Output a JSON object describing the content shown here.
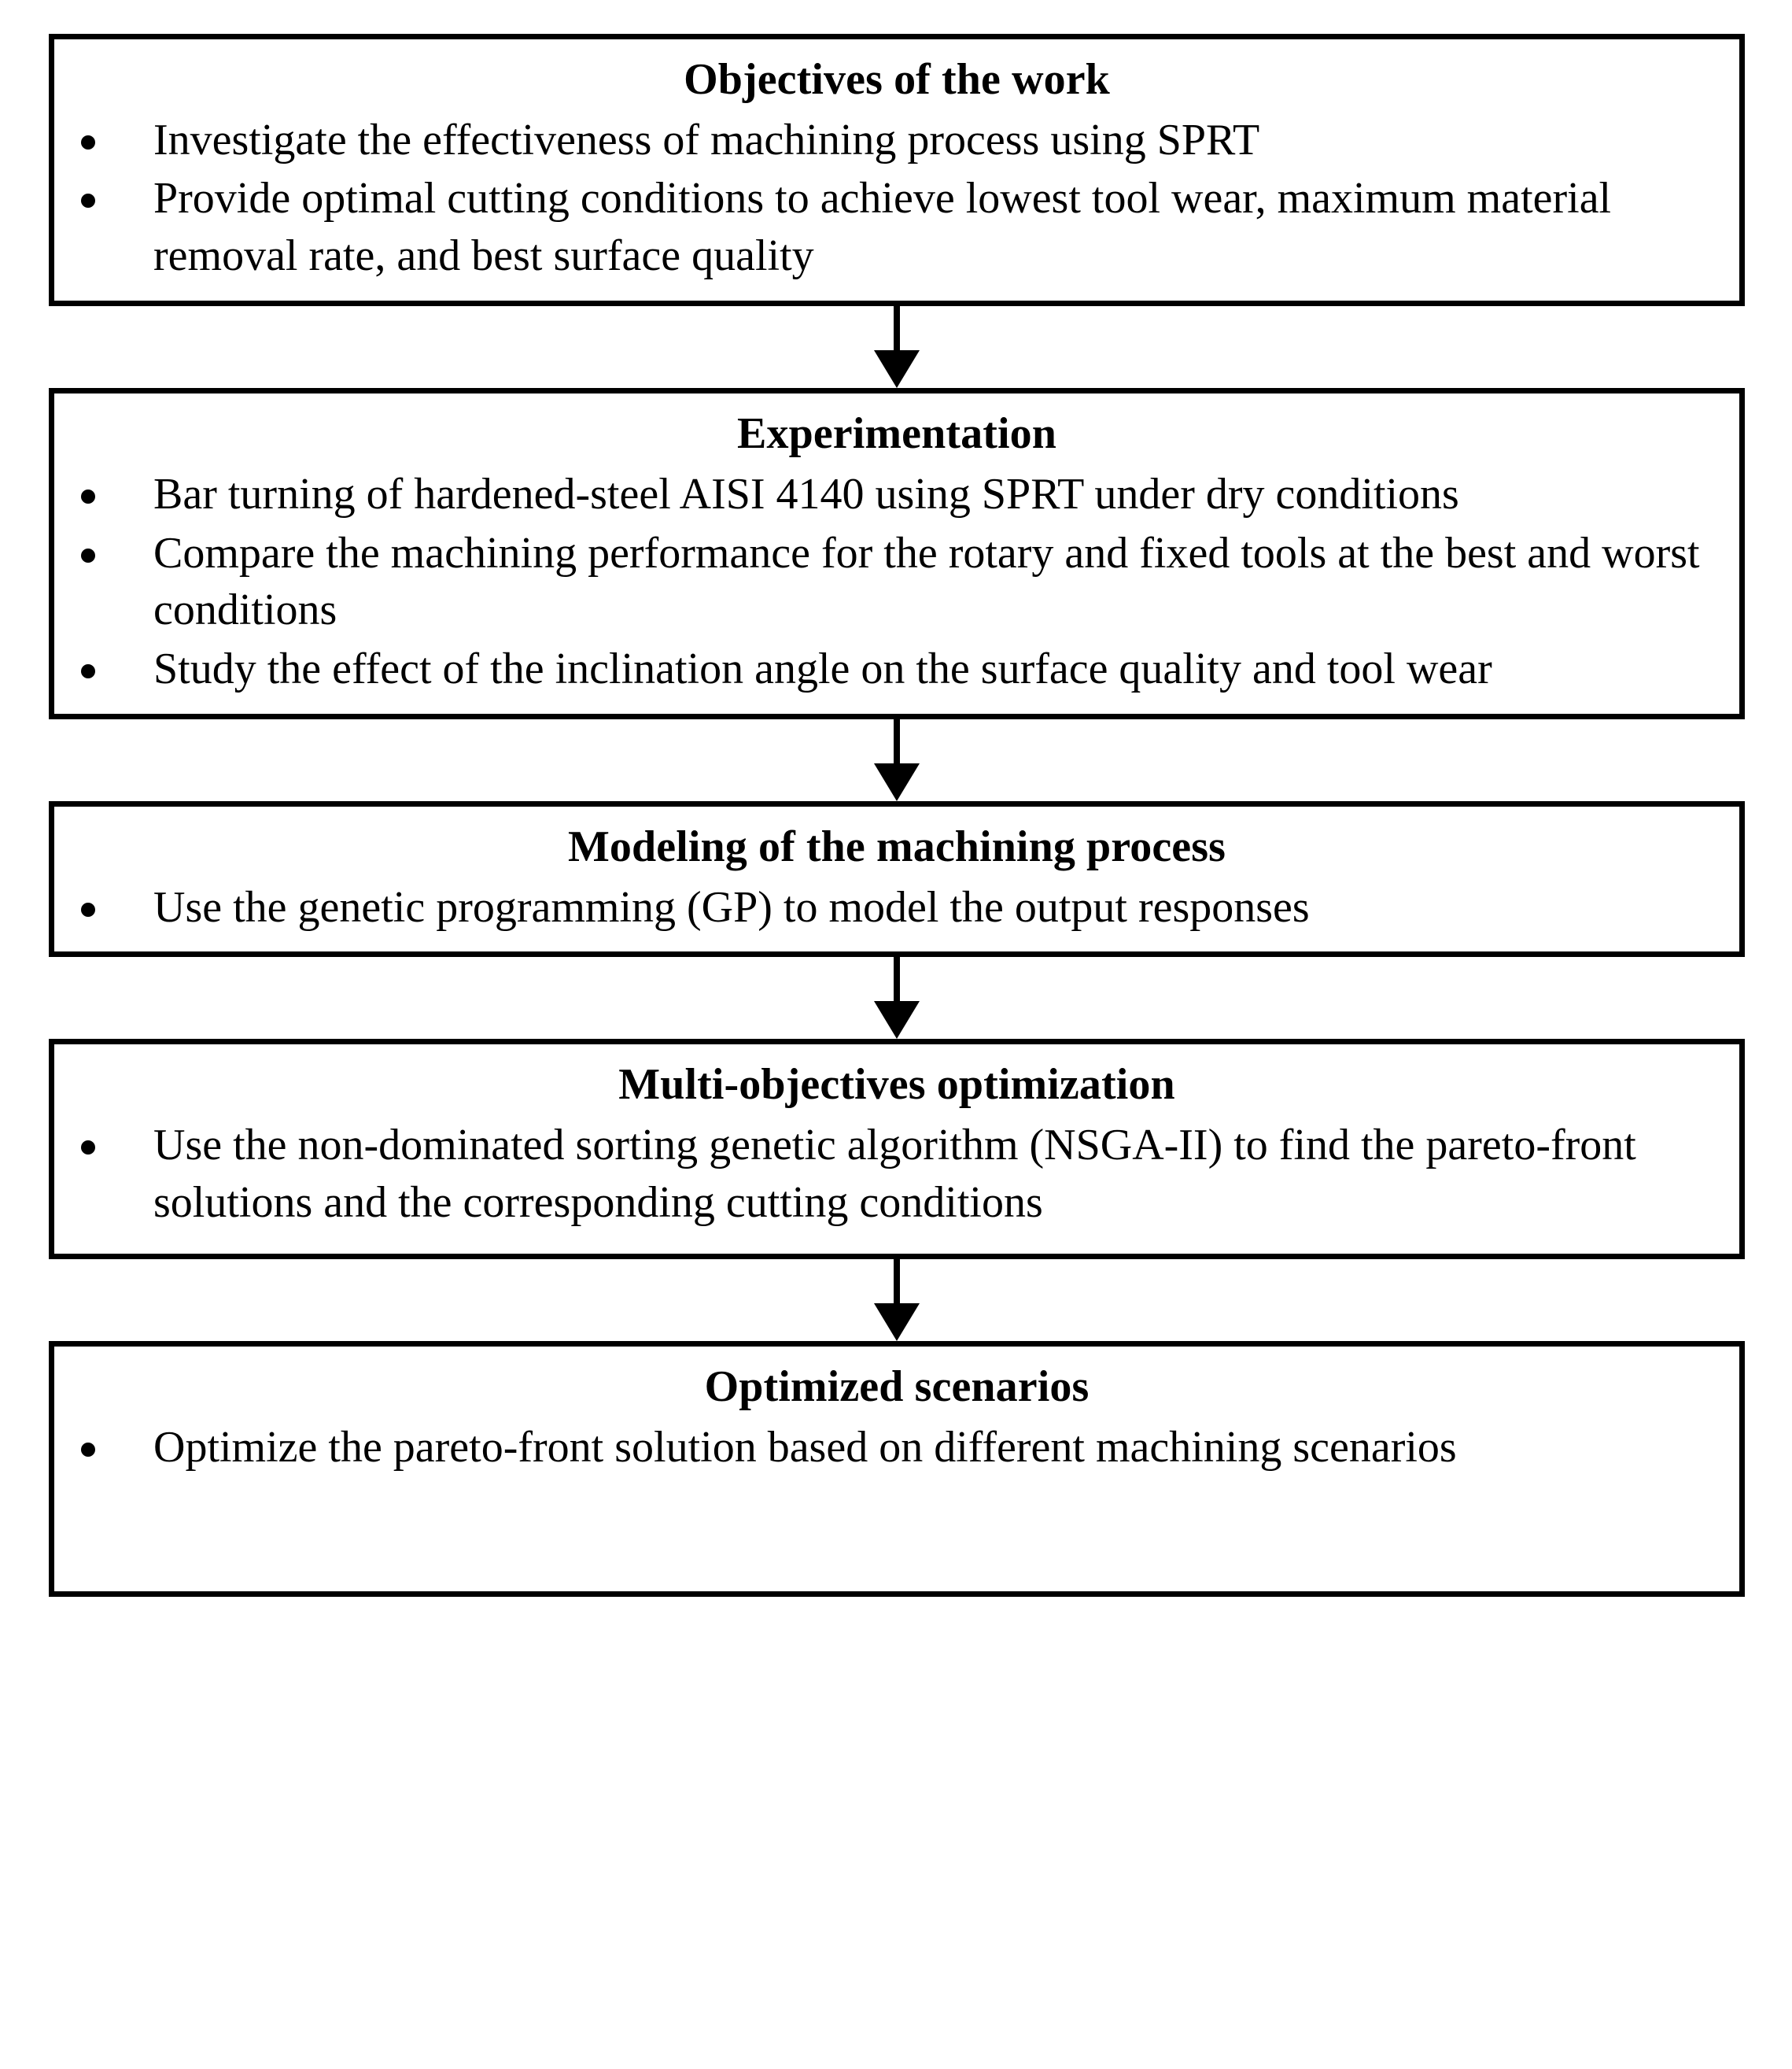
{
  "diagram": {
    "type": "vertical-flowchart",
    "arrow_count": 4,
    "colors": {
      "border": "#000000",
      "background": "#ffffff",
      "text": "#000000"
    },
    "nodes": [
      {
        "id": "objectives",
        "title": "Objectives of the work",
        "bullets": [
          "Investigate the effectiveness of machining process using SPRT",
          "Provide optimal cutting conditions to achieve lowest tool wear, maximum material removal rate, and best surface quality"
        ]
      },
      {
        "id": "experimentation",
        "title": "Experimentation",
        "bullets": [
          "Bar turning of hardened-steel AISI 4140 using SPRT under dry conditions",
          "Compare the machining performance for the rotary and fixed tools at the best and worst conditions",
          "Study the effect of the inclination angle on the surface quality and tool wear"
        ]
      },
      {
        "id": "modeling",
        "title": "Modeling of the machining process",
        "bullets": [
          "Use the genetic programming (GP) to model the output responses"
        ]
      },
      {
        "id": "optimization",
        "title": "Multi-objectives optimization",
        "bullets": [
          "Use the non-dominated sorting genetic algorithm (NSGA-II) to find the pareto-front solutions and the corresponding cutting conditions"
        ]
      },
      {
        "id": "scenarios",
        "title": "Optimized scenarios",
        "bullets": [
          "Optimize the pareto-front solution based on different machining scenarios"
        ]
      }
    ]
  }
}
